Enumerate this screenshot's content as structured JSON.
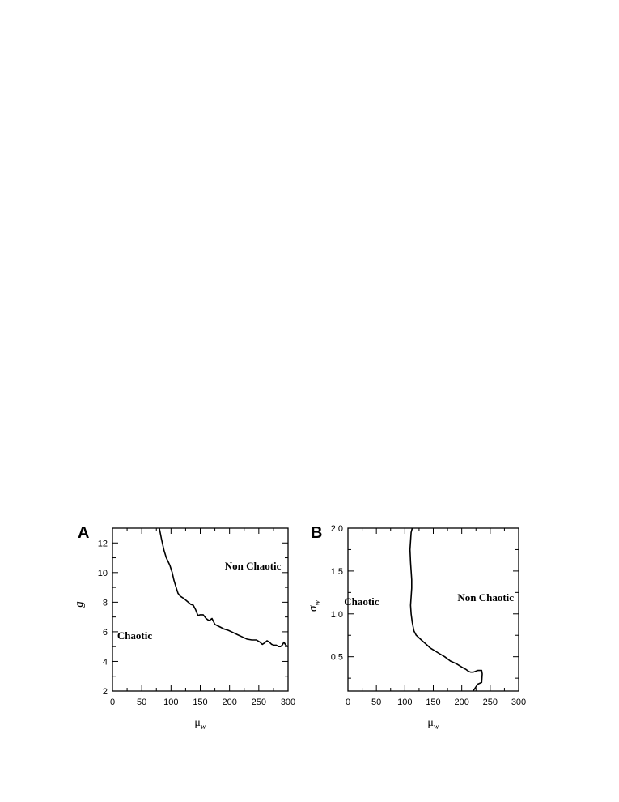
{
  "chart_data": [
    {
      "panel": "A",
      "type": "line",
      "xlabel": "μ",
      "xlabel_sub": "w",
      "ylabel": "g",
      "xlim": [
        0,
        300
      ],
      "ylim": [
        2,
        13
      ],
      "xticks": [
        0,
        50,
        100,
        150,
        200,
        250,
        300
      ],
      "yticks": [
        2,
        4,
        6,
        8,
        10,
        12
      ],
      "regions": [
        {
          "label": "Non Chaotic",
          "x": 240,
          "y": 10.2
        },
        {
          "label": "Chaotic",
          "x": 38,
          "y": 5.5
        }
      ],
      "series": [
        {
          "x": [
            80,
            84,
            88,
            92,
            95,
            98,
            102,
            105,
            108,
            112,
            116,
            122,
            128,
            134,
            138,
            142,
            146,
            150,
            155,
            160,
            165,
            170,
            175,
            180,
            185,
            190,
            198,
            206,
            214,
            222,
            230,
            238,
            246,
            252,
            256,
            260,
            264,
            268,
            272,
            276,
            280,
            284,
            287,
            290,
            293,
            296,
            300
          ],
          "y": [
            13.0,
            12.2,
            11.5,
            11.0,
            10.75,
            10.5,
            10.0,
            9.5,
            9.1,
            8.6,
            8.4,
            8.25,
            8.05,
            7.85,
            7.8,
            7.5,
            7.1,
            7.15,
            7.15,
            6.9,
            6.75,
            6.9,
            6.5,
            6.4,
            6.3,
            6.2,
            6.1,
            5.95,
            5.8,
            5.65,
            5.5,
            5.45,
            5.45,
            5.3,
            5.15,
            5.25,
            5.4,
            5.3,
            5.15,
            5.1,
            5.1,
            5.0,
            5.0,
            5.1,
            5.3,
            5.1,
            5.0
          ]
        }
      ]
    },
    {
      "panel": "B",
      "type": "line",
      "xlabel": "μ",
      "xlabel_sub": "w",
      "ylabel": "σ",
      "ylabel_sub": "w",
      "xlim": [
        0,
        300
      ],
      "ylim": [
        0.1,
        2.0
      ],
      "xticks": [
        0,
        50,
        100,
        150,
        200,
        250,
        300
      ],
      "yticks": [
        0.5,
        1.0,
        1.5,
        2.0
      ],
      "ytick_labels": [
        "0.5",
        "1.0",
        "1.5",
        "2.0"
      ],
      "regions": [
        {
          "label": "Non Chaotic",
          "x": 242,
          "y": 1.15
        },
        {
          "label": "Chaotic",
          "x": 24,
          "y": 1.1
        }
      ],
      "series": [
        {
          "x": [
            113,
            111,
            110,
            109,
            110,
            111,
            112,
            112,
            111,
            110,
            111,
            113,
            116,
            120,
            125,
            130,
            135,
            140,
            145,
            150,
            160,
            170,
            180,
            190,
            200,
            208,
            212,
            216,
            220,
            224,
            228,
            232,
            235,
            236,
            235,
            228,
            225,
            222,
            220
          ],
          "y": [
            2.0,
            1.95,
            1.85,
            1.75,
            1.6,
            1.5,
            1.4,
            1.3,
            1.2,
            1.1,
            1.0,
            0.9,
            0.8,
            0.75,
            0.72,
            0.69,
            0.66,
            0.63,
            0.6,
            0.58,
            0.54,
            0.5,
            0.45,
            0.42,
            0.38,
            0.35,
            0.33,
            0.32,
            0.32,
            0.33,
            0.34,
            0.34,
            0.34,
            0.3,
            0.2,
            0.18,
            0.15,
            0.12,
            0.1
          ]
        }
      ]
    }
  ]
}
